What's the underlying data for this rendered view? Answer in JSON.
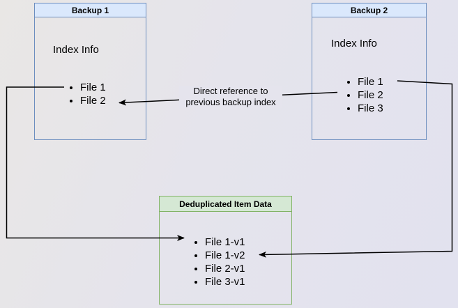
{
  "diagram": {
    "backup1": {
      "title": "Backup 1",
      "body_label": "Index Info",
      "files": [
        "File 1",
        "File 2"
      ]
    },
    "backup2": {
      "title": "Backup 2",
      "body_label": "Index Info",
      "files": [
        "File 1",
        "File 2",
        "File 3"
      ]
    },
    "dedup": {
      "title": "Deduplicated Item Data",
      "files": [
        "File 1-v1",
        "File 1-v2",
        "File 2-v1",
        "File 3-v1"
      ]
    },
    "annotation": {
      "text": "Direct reference to previous backup index"
    },
    "edges": [
      {
        "name": "backup2-file2-to-backup1-file2",
        "label": "Direct reference to previous backup index"
      },
      {
        "name": "backup1-file1-to-dedup-file1-v1",
        "label": ""
      },
      {
        "name": "backup2-file1-to-dedup-file1-v2",
        "label": ""
      }
    ]
  },
  "colors": {
    "blue_fill": "#dae8fc",
    "blue_border": "#6c8ebf",
    "green_fill": "#d5e8d4",
    "green_border": "#82b366",
    "line_color": "#000000",
    "label_bg": "#e5e4ed",
    "bg_top_left": "#e9e7e5",
    "bg_mid": "#e5e4ec",
    "bg_bottom_right": "#e2e2ef"
  }
}
